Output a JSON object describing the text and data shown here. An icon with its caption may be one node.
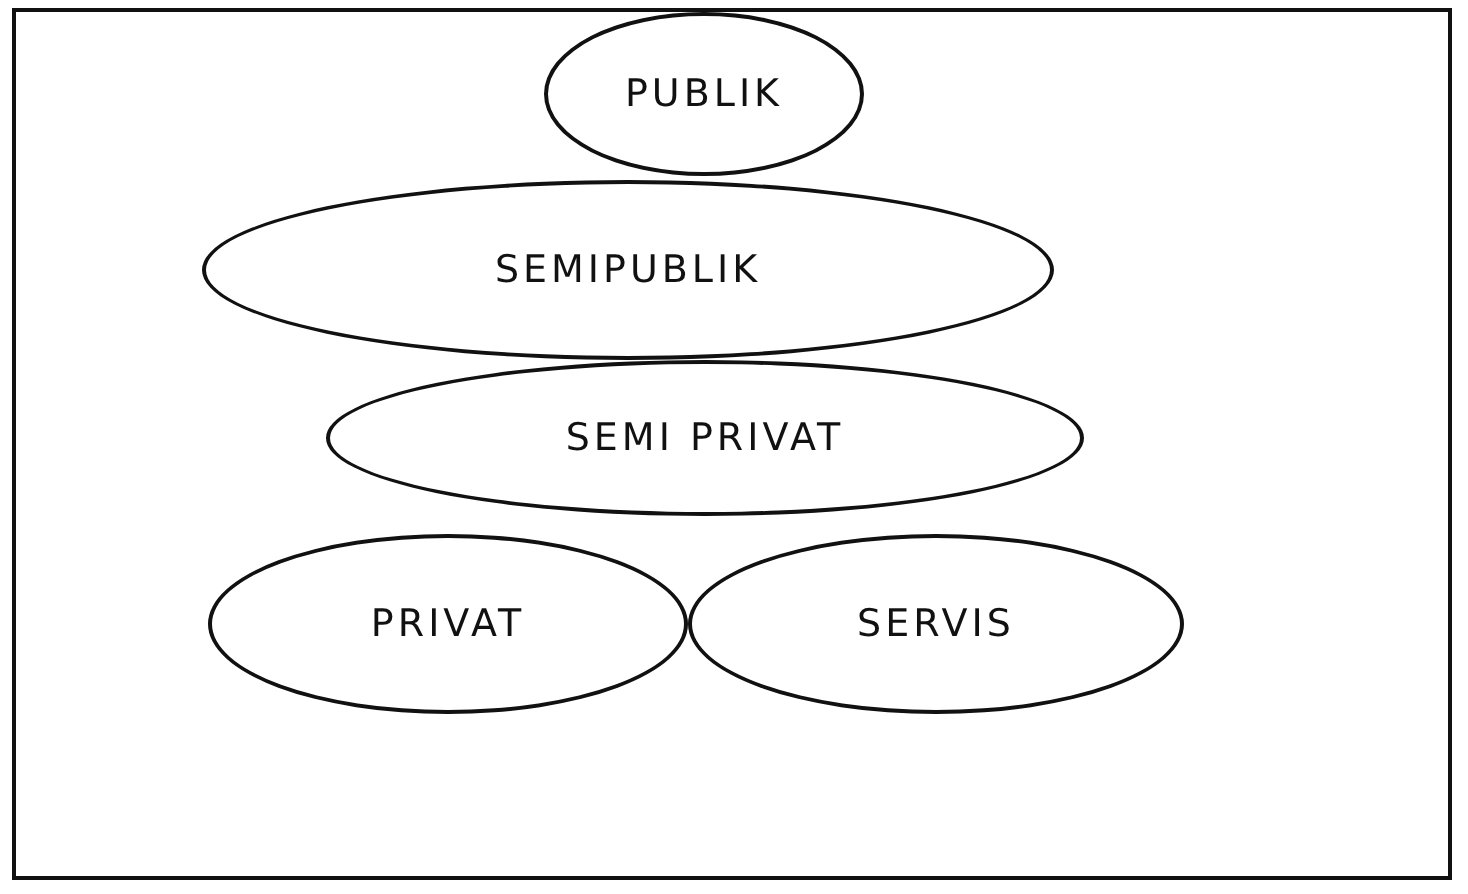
{
  "diagram": {
    "nodes": [
      {
        "text": [
          "PUBLIK"
        ]
      },
      {
        "text": [
          "SEMIPUBLIK"
        ]
      },
      {
        "text": [
          "SEMI PRIVAT"
        ]
      },
      {
        "text": [
          "PRIVAT"
        ]
      },
      {
        "text": [
          "SERVIS"
        ]
      }
    ]
  }
}
